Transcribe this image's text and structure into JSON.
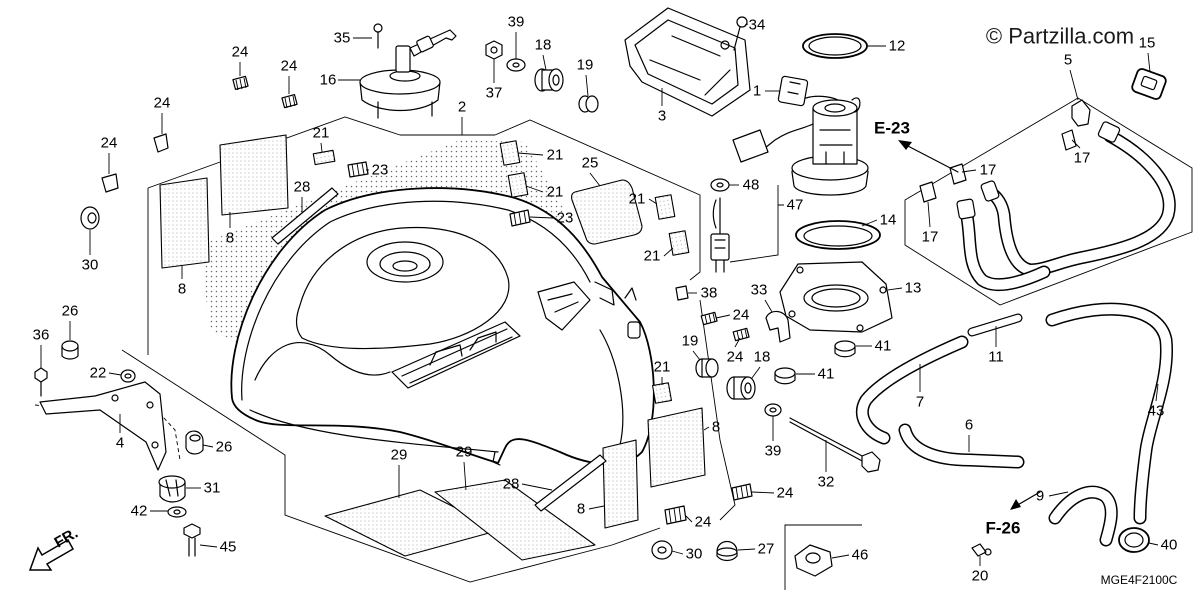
{
  "watermark": "© Partzilla.com",
  "diagram_code": "MGE4F2100C",
  "refs": {
    "e23": "E-23",
    "f26": "F-26"
  },
  "front_arrow": "FR.",
  "colors": {
    "ink": "#000000",
    "background": "#ffffff"
  },
  "callouts": [
    "35",
    "16",
    "24",
    "24",
    "24",
    "24",
    "30",
    "2",
    "21",
    "23",
    "28",
    "8",
    "8",
    "39",
    "18",
    "19",
    "37",
    "3",
    "34",
    "12",
    "1",
    "15",
    "5",
    "17",
    "17",
    "17",
    "21",
    "25",
    "21",
    "21",
    "23",
    "21",
    "48",
    "47",
    "14",
    "13",
    "33",
    "38",
    "24",
    "19",
    "24",
    "18",
    "41",
    "41",
    "11",
    "7",
    "21",
    "8",
    "39",
    "32",
    "6",
    "43",
    "9",
    "40",
    "20",
    "26",
    "36",
    "22",
    "4",
    "26",
    "31",
    "42",
    "45",
    "29",
    "29",
    "28",
    "8",
    "24",
    "24",
    "30",
    "27",
    "46"
  ]
}
